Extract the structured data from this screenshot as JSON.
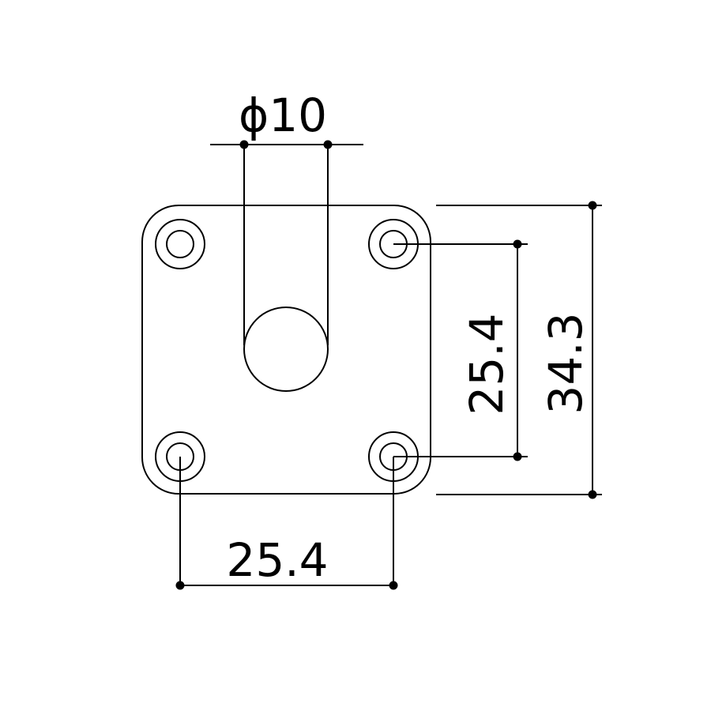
{
  "dimensions": {
    "hole_diameter": "ϕ10",
    "mount_spacing_horizontal": "25.4",
    "mount_spacing_vertical": "25.4",
    "plate_height": "34.3"
  },
  "colors": {
    "line": "#000000",
    "background": "#ffffff"
  }
}
